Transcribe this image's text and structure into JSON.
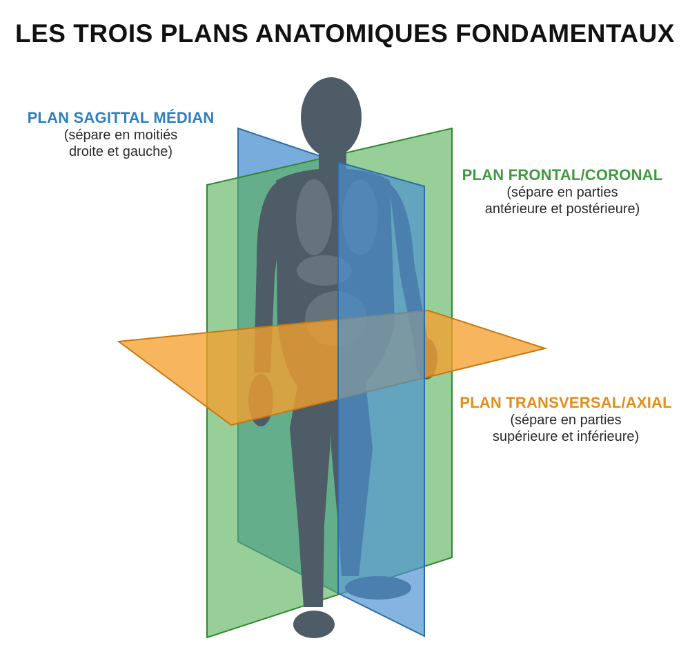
{
  "title": "LES TROIS PLANS ANATOMIQUES FONDAMENTAUX",
  "planes": {
    "sagittal": {
      "name": "PLAN SAGITTAL MÉDIAN",
      "description_line1": "(sépare en moitiés",
      "description_line2": "droite et gauche)",
      "color": "#2f7fc0"
    },
    "frontal": {
      "name": "PLAN FRONTAL/CORONAL",
      "description_line1": "(sépare en parties",
      "description_line2": "antérieure et postérieure)",
      "color": "#3f9a3f"
    },
    "transverse": {
      "name": "PLAN TRANSVERSAL/AXIAL",
      "description_line1": "(sépare en parties",
      "description_line2": "supérieure et inférieure)",
      "color": "#e58d16"
    }
  },
  "colors": {
    "body": "#4d5c66",
    "sagittal_fill": "#4a90d0",
    "frontal_fill": "#58b058",
    "transverse_fill": "#f5a030"
  }
}
